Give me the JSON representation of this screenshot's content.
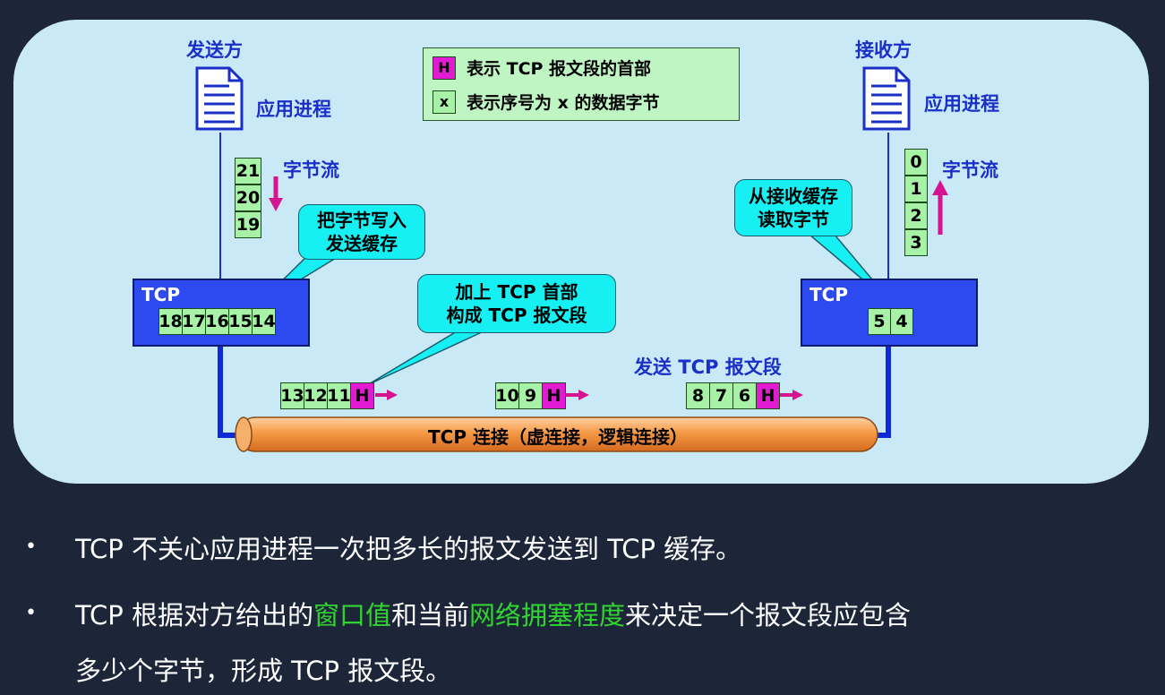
{
  "legend": {
    "h_symbol": "H",
    "h_text": "表示 TCP 报文段的首部",
    "x_symbol": "x",
    "x_text": "表示序号为 x 的数据字节"
  },
  "sender": {
    "title": "发送方",
    "app_process": "应用进程",
    "byte_stream": "字节流",
    "stream_bytes": [
      "21",
      "20",
      "19"
    ],
    "tcp_label": "TCP",
    "buffer_bytes": [
      "18",
      "17",
      "16",
      "15",
      "14"
    ],
    "callout": [
      "把字节写入",
      "发送缓存"
    ]
  },
  "receiver": {
    "title": "接收方",
    "app_process": "应用进程",
    "byte_stream": "字节流",
    "stream_bytes": [
      "0",
      "1",
      "2",
      "3"
    ],
    "tcp_label": "TCP",
    "buffer_bytes": [
      "5",
      "4"
    ],
    "callout": [
      "从接收缓存",
      "读取字节"
    ]
  },
  "segments": {
    "callout": [
      "加上 TCP 首部",
      "构成 TCP 报文段"
    ],
    "send_label": "发送 TCP 报文段",
    "seg1": [
      "13",
      "12",
      "11"
    ],
    "seg2": [
      "10",
      "9"
    ],
    "seg3": [
      "8",
      "7",
      "6"
    ],
    "header": "H"
  },
  "connection_label": "TCP 连接（虚连接，逻辑连接）",
  "bullets": {
    "b1": "TCP 不关心应用进程一次把多长的报文发送到 TCP 缓存。",
    "b2_pre": "TCP 根据对方给出的",
    "b2_g1": "窗口值",
    "b2_mid": "和当前",
    "b2_g2": "网络拥塞程度",
    "b2_post": "来决定一个报文段应包含",
    "b3": "多少个字节，形成 TCP 报文段。",
    "dot": "•"
  },
  "colors": {
    "background": "#1c2638",
    "panel": "#c9e9f7",
    "byte_cell": "#a8f2a8",
    "header_cell": "#e21bd2",
    "callout": "#17f0f3",
    "tcp_box": "#2d49f0",
    "pipe": "#f59a47",
    "highlight_green": "#31d431"
  }
}
